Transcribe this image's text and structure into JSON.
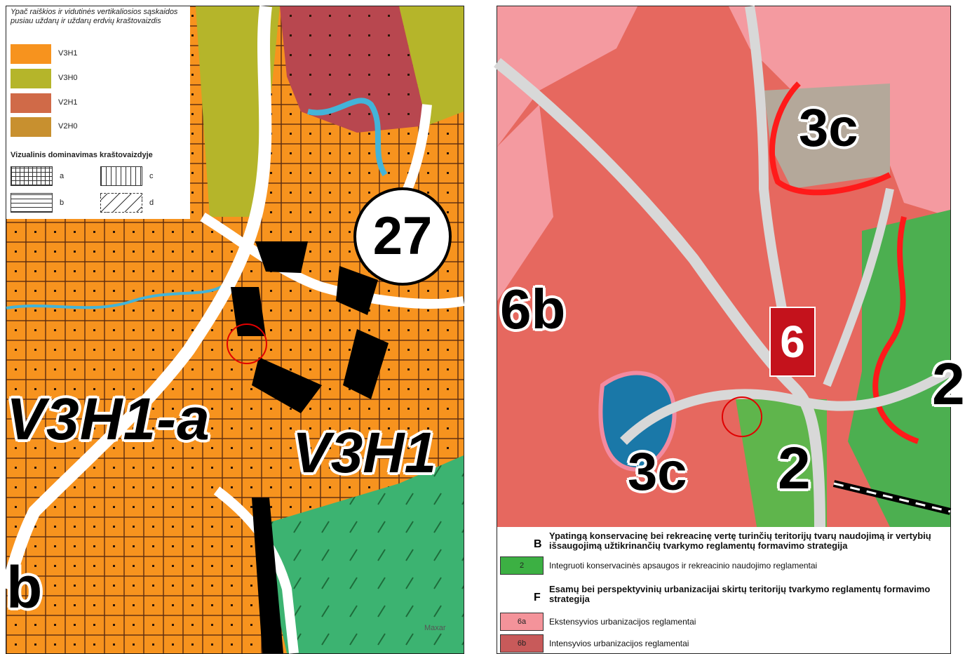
{
  "left_map": {
    "legend": {
      "title": "Ypač raiškios ir vidutinės vertikaliosios sąskaidos pusiau uždarų ir uždarų erdvių kraštovaizdis",
      "items": [
        {
          "label": "V3H1",
          "color": "#f7931e"
        },
        {
          "label": "V3H0",
          "color": "#b5b52a"
        },
        {
          "label": "V2H1",
          "color": "#d06a48"
        },
        {
          "label": "V2H0",
          "color": "#c8902f"
        }
      ],
      "subtitle": "Vizualinis dominavimas kraštovaizdyje",
      "patterns": [
        {
          "label": "a",
          "pattern": "grid"
        },
        {
          "label": "b",
          "pattern": "horizontal-lines"
        },
        {
          "label": "c",
          "pattern": "vertical-lines"
        },
        {
          "label": "d",
          "pattern": "diagonal-dashes"
        }
      ]
    },
    "labels": {
      "road_number": "27",
      "zone_a": "V3H1-a",
      "zone_b": "V3H1",
      "edge_b": "b"
    },
    "watermark": "Maxar",
    "colors": {
      "orange": "#f7931e",
      "olive": "#b5b52a",
      "maroon": "#b8474f",
      "green": "#3cb371",
      "river": "#43b4d8"
    }
  },
  "right_map": {
    "labels": {
      "zone_3c_top": "3c",
      "zone_6b": "6b",
      "zone_6_badge": "6",
      "zone_3c_bottom": "3c",
      "zone_2": "2",
      "zone_2_edge": "2"
    },
    "legend": {
      "b_letter": "B",
      "b_heading": "Ypatingą konservacinę bei rekreacinę vertę turinčių teritorijų tvarų naudojimą ir vertybių išsaugojimą užtikrinančių tvarkymo reglamentų formavimo strategija",
      "b_items": [
        {
          "code": "2",
          "label": "Integruoti konservacinės apsaugos ir rekreacinio naudojimo reglamentai",
          "color": "#3cb043"
        }
      ],
      "f_letter": "F",
      "f_heading": "Esamų bei perspektyvinių urbanizacijai skirtų teritorijų tvarkymo reglamentų formavimo strategija",
      "f_items": [
        {
          "code": "6a",
          "label": "Ekstensyvios urbanizacijos reglamentai",
          "color": "#f4939a"
        },
        {
          "code": "6b",
          "label": "Intensyvios urbanizacijos reglamentai",
          "color": "#c85a5a"
        }
      ]
    },
    "colors": {
      "salmon": "#e6685f",
      "pink": "#f49aa0",
      "green": "#4caf50",
      "red": "#ff1a1a",
      "blue": "#1a78a8"
    }
  }
}
